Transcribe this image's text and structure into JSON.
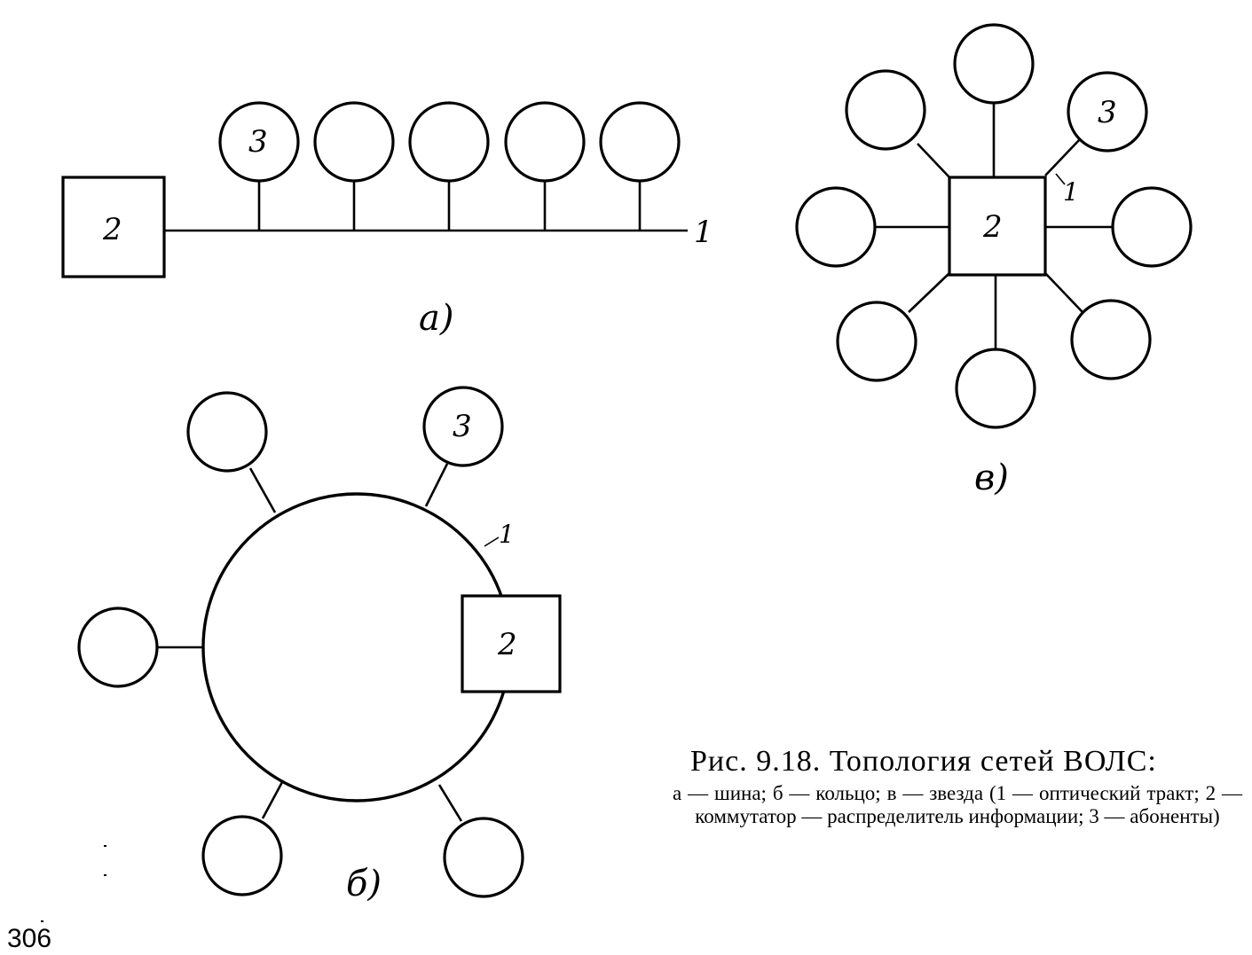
{
  "diagram_a": {
    "subfigure_label": "a)",
    "hub_label": "2",
    "trunk_label": "1",
    "subscriber_label": "3"
  },
  "diagram_b": {
    "subfigure_label": "б)",
    "hub_label": "2",
    "trunk_label": "1",
    "subscriber_label": "3"
  },
  "diagram_c": {
    "subfigure_label": "в)",
    "hub_label": "2",
    "trunk_label": "1",
    "subscriber_label": "3"
  },
  "caption": {
    "title": "Рис. 9.18. Топология сетей ВОЛС:",
    "text": "а — шина; б — кольцо; в — звезда (1 — оптический тракт; 2 — коммутатор — распределитель информации; 3 — абоненты)"
  },
  "page_number": "306"
}
